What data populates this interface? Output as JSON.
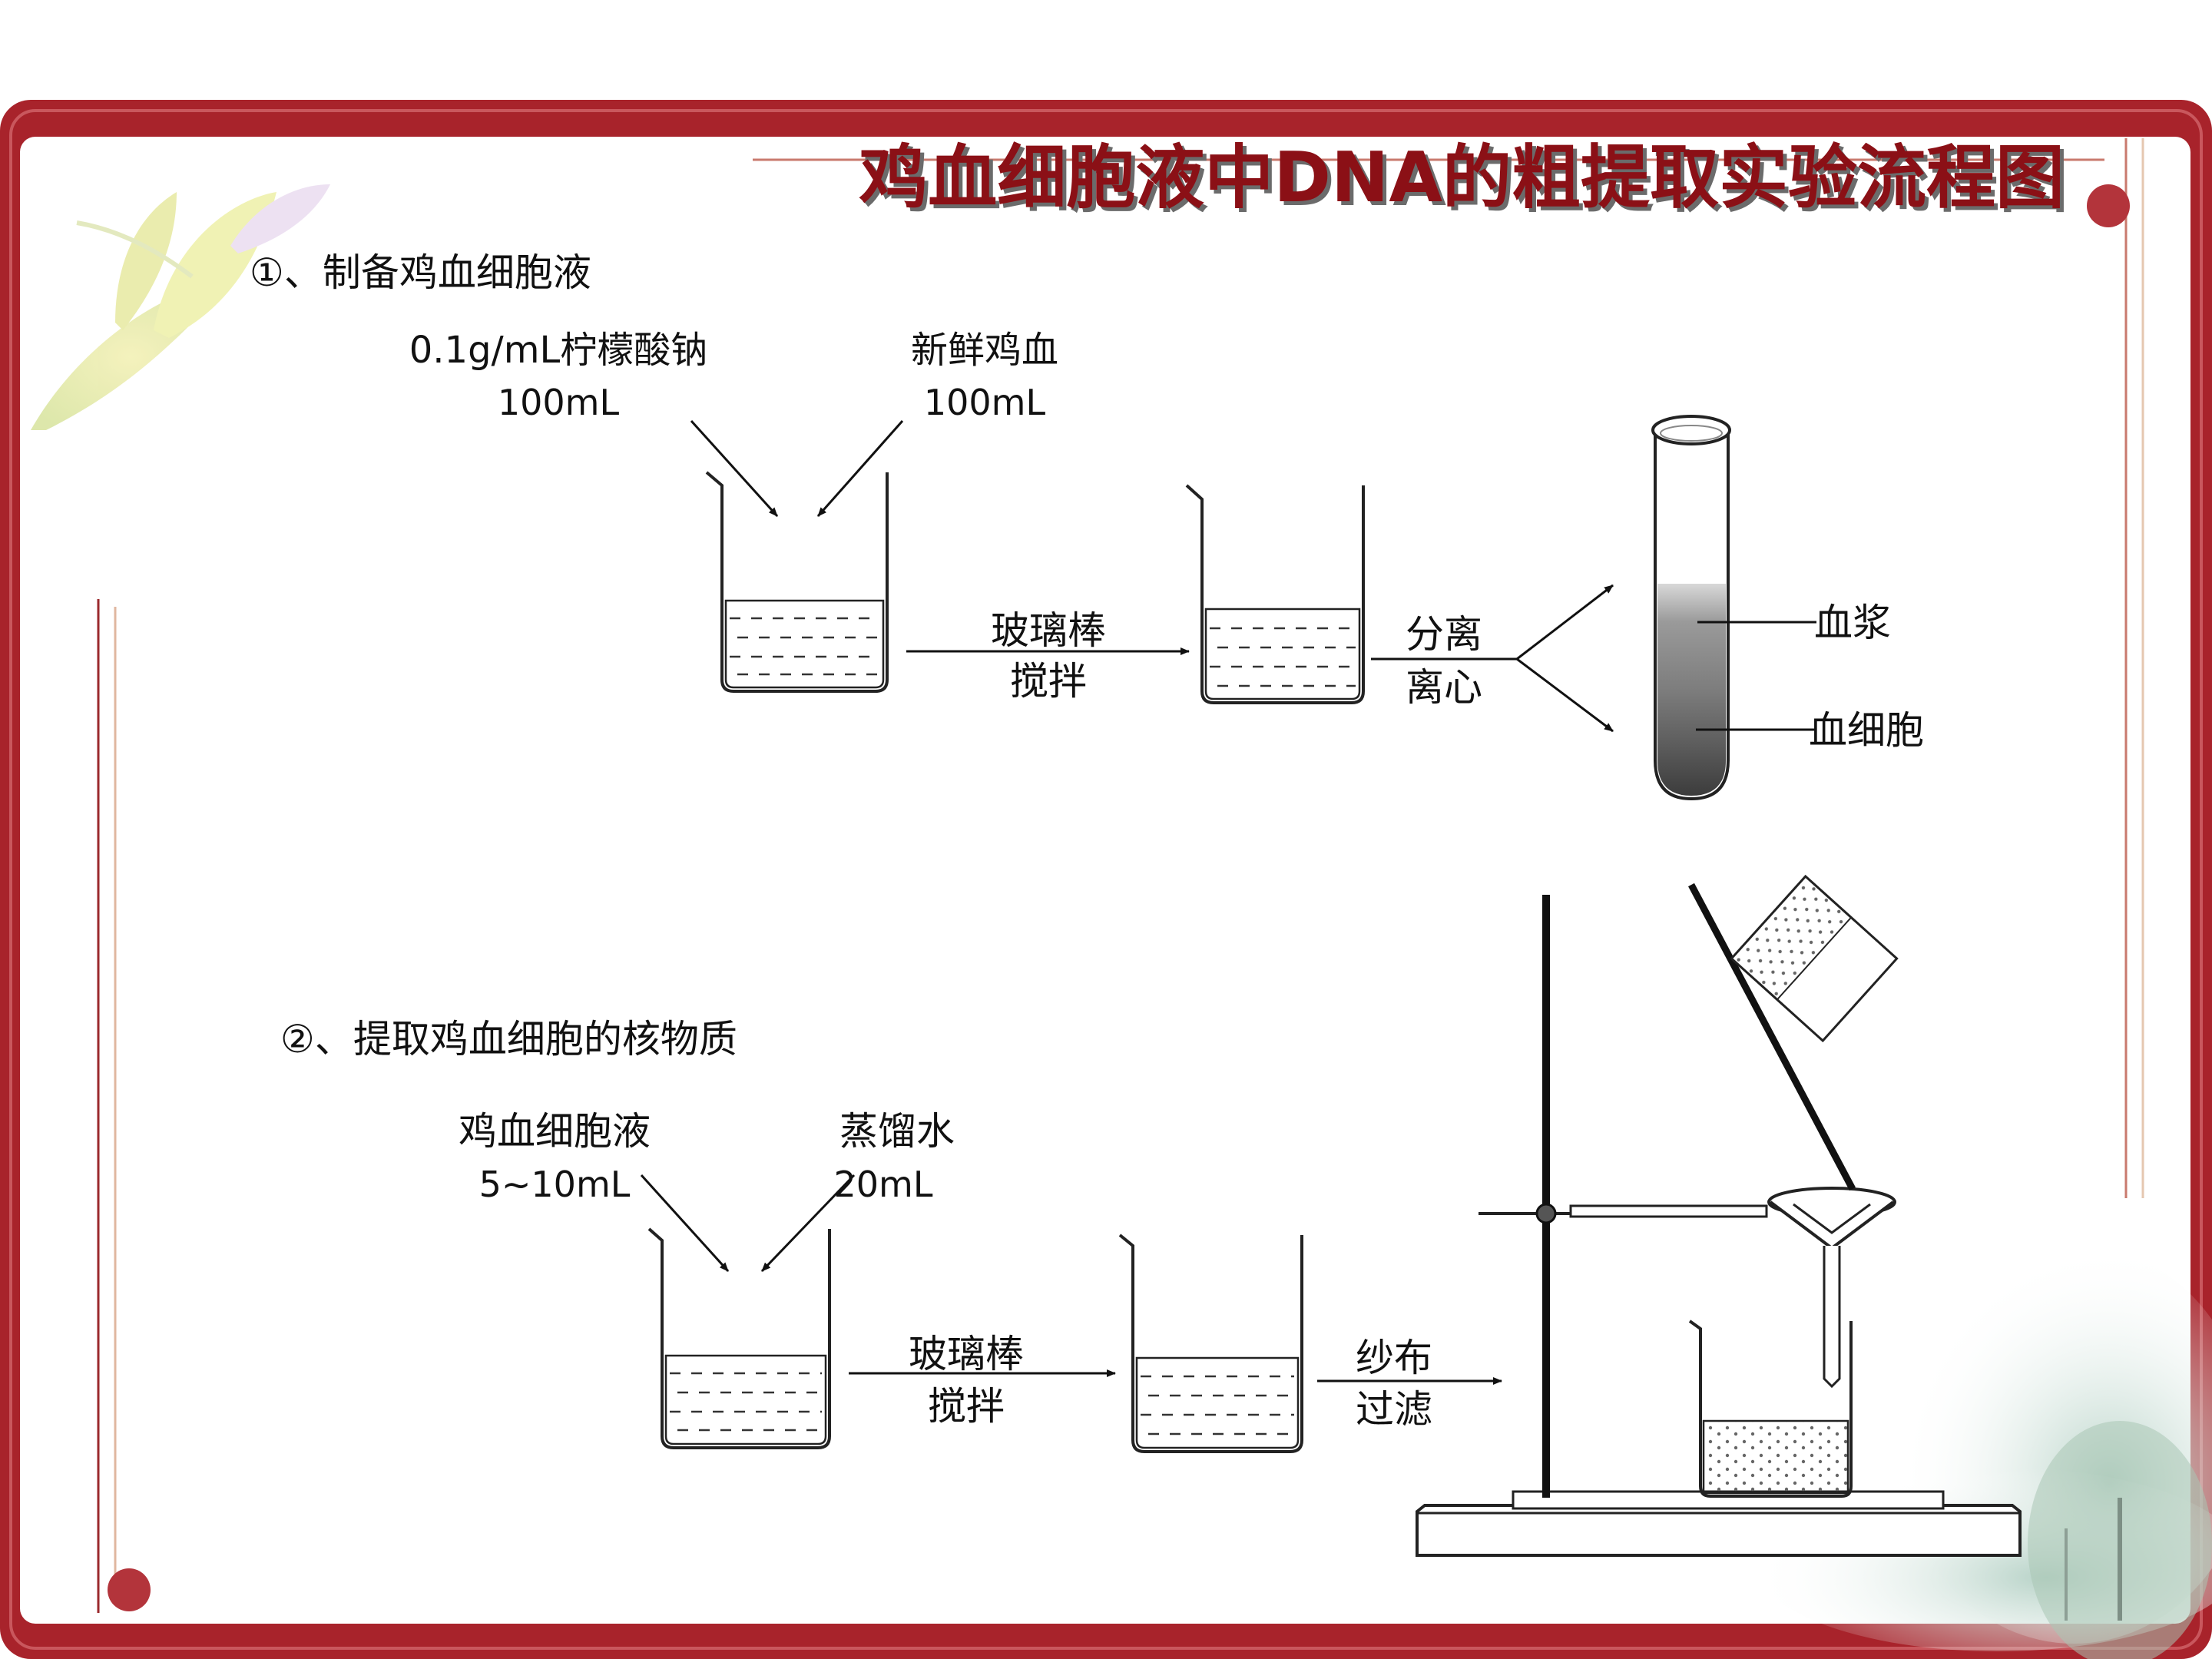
{
  "slide": {
    "title": "鸡血细胞液中DNA的粗提取实验流程图",
    "colors": {
      "frame": "#a8232b",
      "title": "#8b1016",
      "ink": "#111111"
    }
  },
  "step1": {
    "heading": "①、制备鸡血细胞液",
    "reagent_a": {
      "name": "0.1g/mL柠檬酸钠",
      "amount": "100mL"
    },
    "reagent_b": {
      "name": "新鲜鸡血",
      "amount": "100mL"
    },
    "stir": {
      "line1": "玻璃棒",
      "line2": "搅拌"
    },
    "centrifuge": {
      "line1": "分离",
      "line2": "离心"
    },
    "layers": {
      "top": "血浆",
      "bottom": "血细胞"
    }
  },
  "step2": {
    "heading": "②、提取鸡血细胞的核物质",
    "reagent_a": {
      "name": "鸡血细胞液",
      "amount": "5~10mL"
    },
    "reagent_b": {
      "name": "蒸馏水",
      "amount": "20mL"
    },
    "stir": {
      "line1": "玻璃棒",
      "line2": "搅拌"
    },
    "filter": {
      "line1": "纱布",
      "line2": "过滤"
    }
  }
}
